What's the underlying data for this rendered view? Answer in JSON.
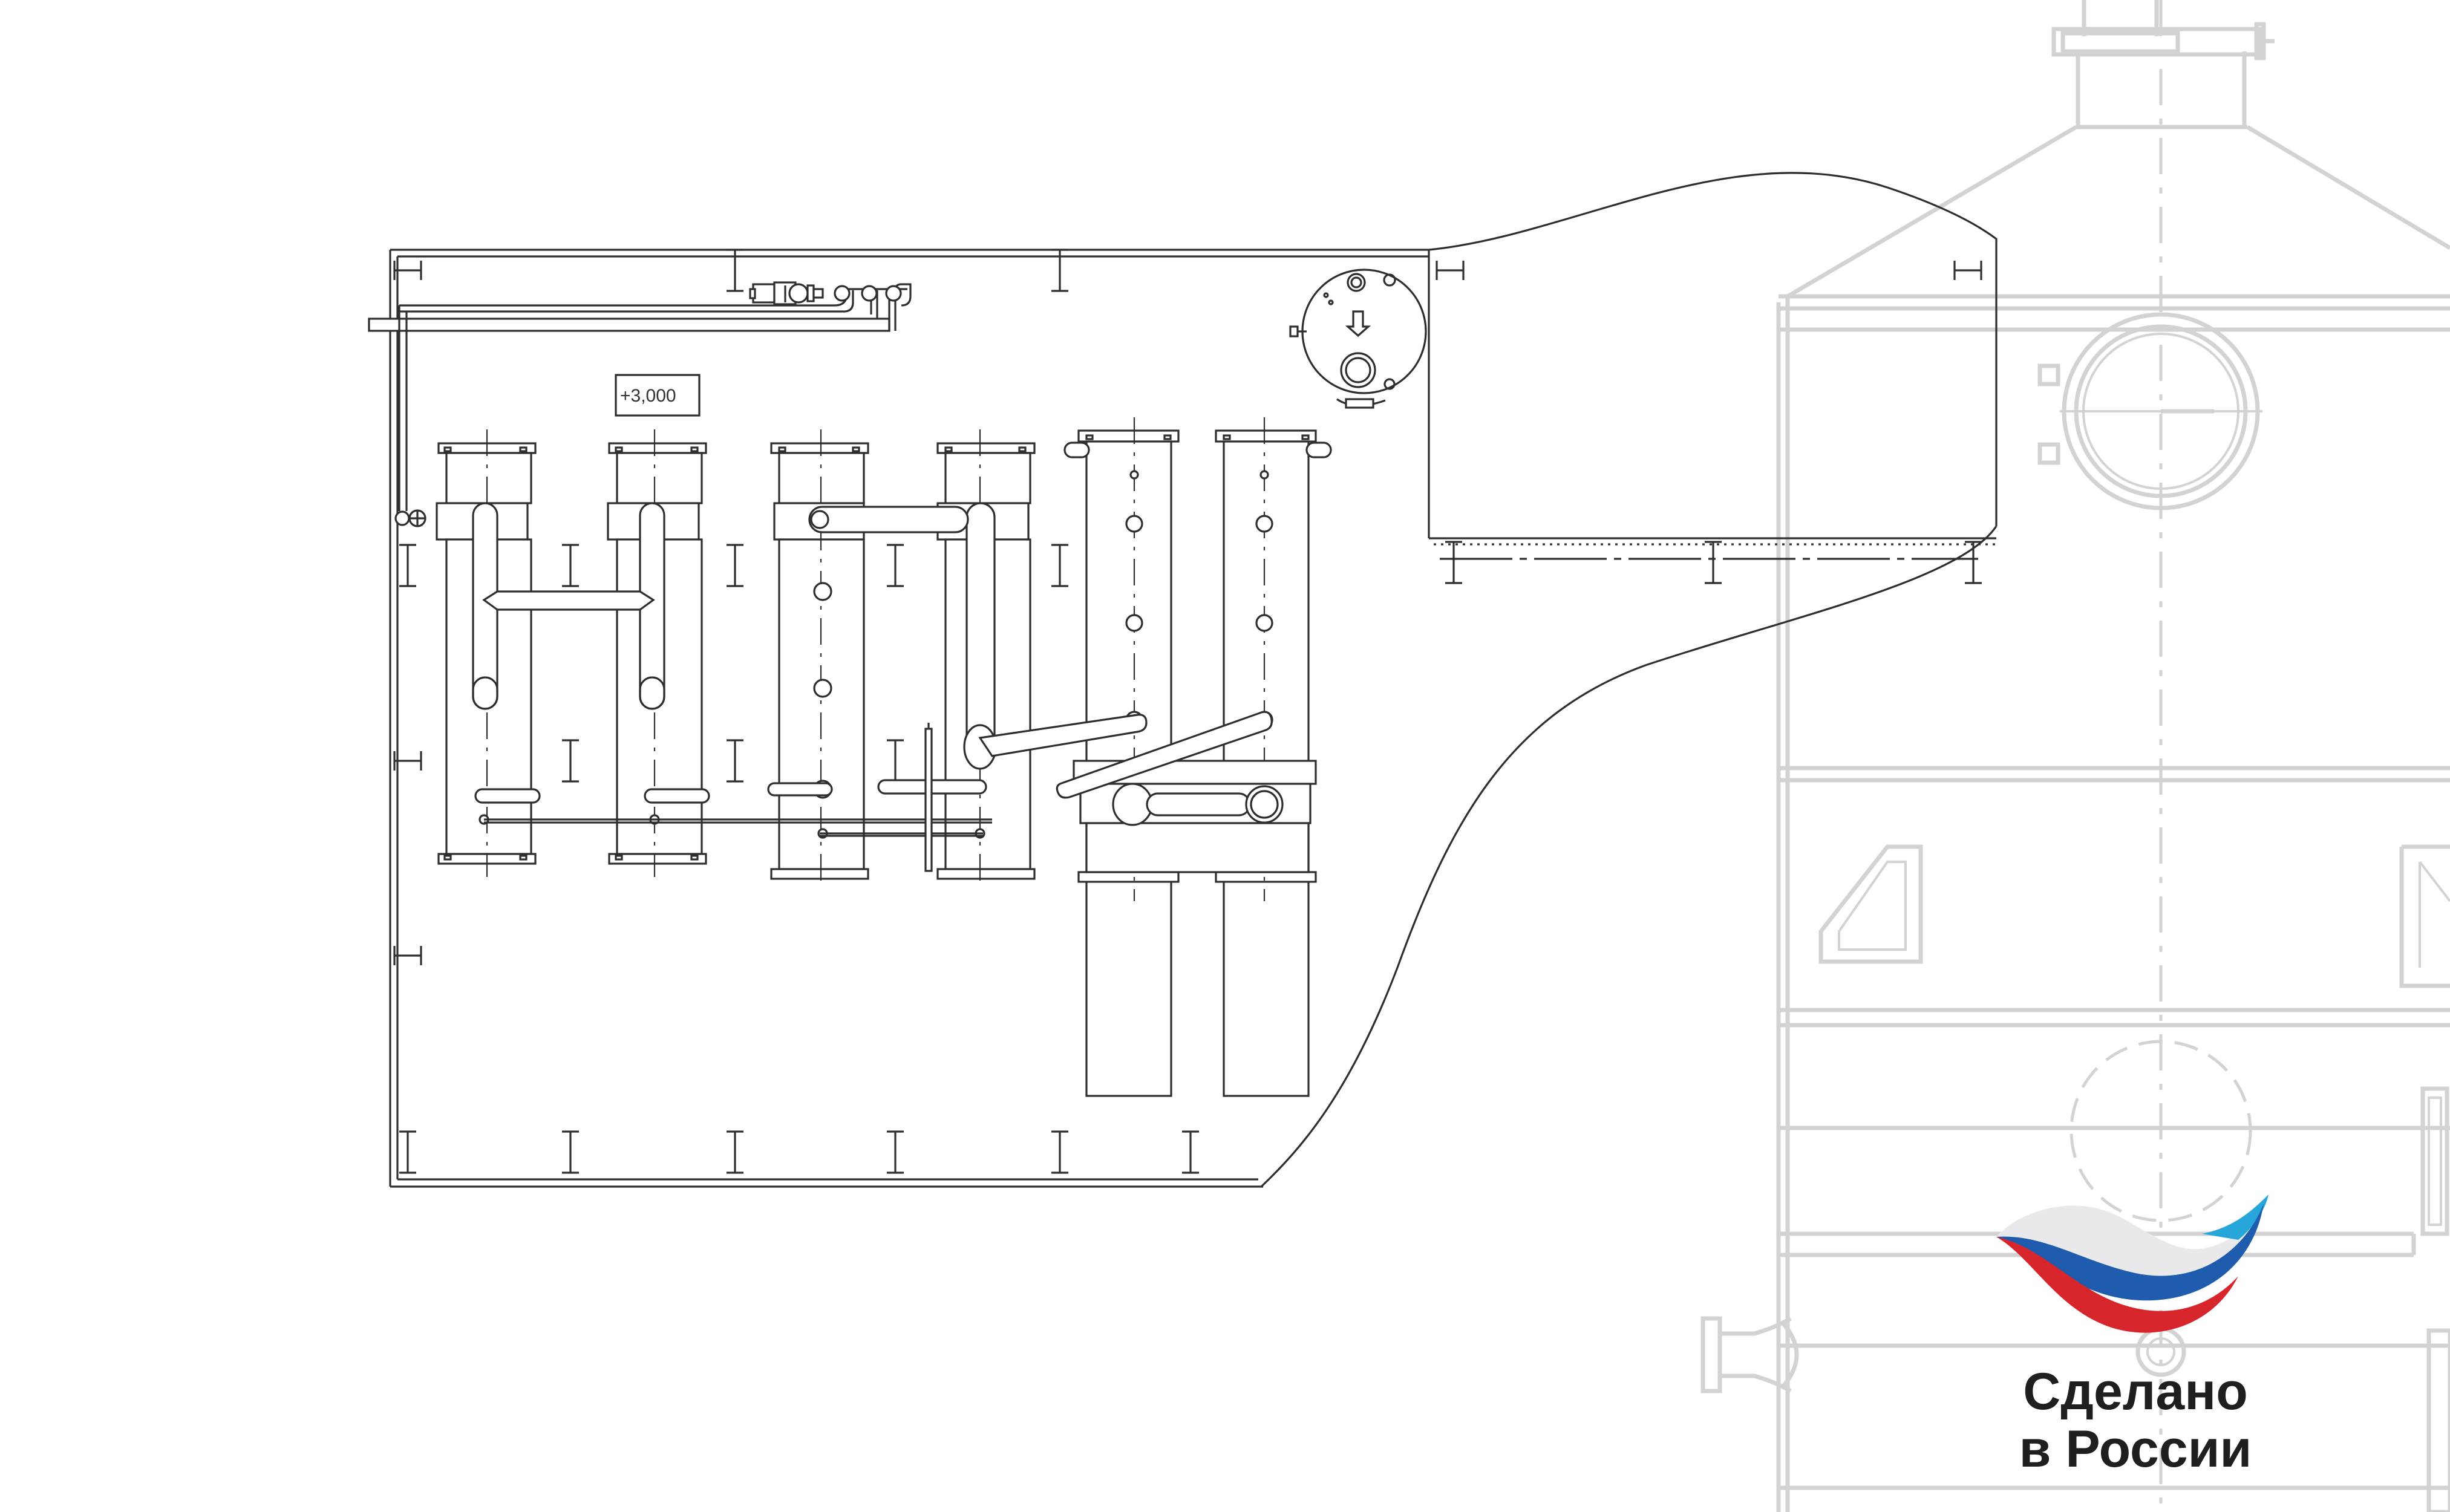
{
  "diagram": {
    "elevation_label": "+3,000",
    "column_count": 6
  },
  "logo": {
    "line1": "Сделано",
    "line2": "в России",
    "colors": {
      "white": "#e9e9ec",
      "blue": "#1f5cad",
      "red": "#d6262c",
      "cyan": "#27a6d9"
    }
  },
  "colors": {
    "line": "#2e2e2e",
    "background_drawing": "#d3d3d3"
  }
}
